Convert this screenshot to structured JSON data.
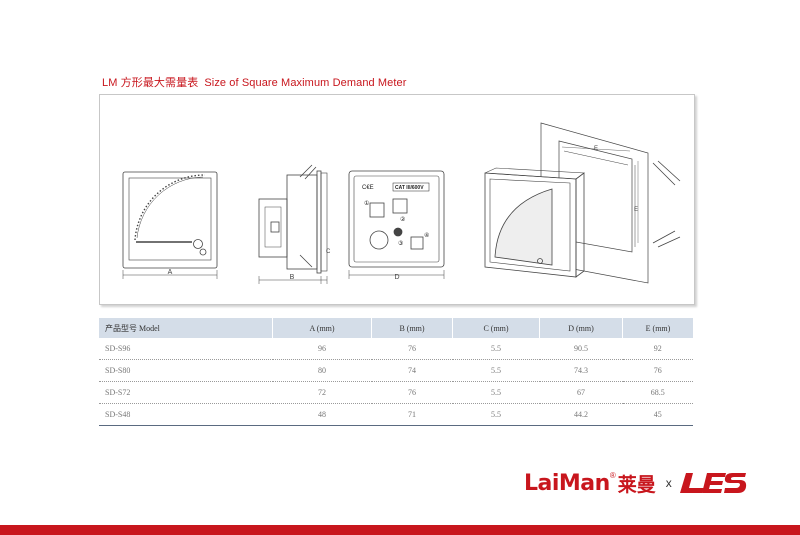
{
  "title": {
    "cn": "LM 方形最大需量表",
    "en": "Size of Square Maximum Demand Meter"
  },
  "diagram": {
    "labels": {
      "a": "A",
      "b": "B",
      "c": "C",
      "d": "D",
      "e": "E",
      "e2": "E",
      "ce_mark": "C€E",
      "cat": "CAT III/600V",
      "t1": "①",
      "t2": "②",
      "t3": "③",
      "t4": "④"
    }
  },
  "table": {
    "headers": [
      "产品型号 Model",
      "A (mm)",
      "B (mm)",
      "C (mm)",
      "D (mm)",
      "E (mm)"
    ],
    "rows": [
      [
        "SD-S96",
        "96",
        "76",
        "5.5",
        "90.5",
        "92"
      ],
      [
        "SD-S80",
        "80",
        "74",
        "5.5",
        "74.3",
        "76"
      ],
      [
        "SD-S72",
        "72",
        "76",
        "5.5",
        "67",
        "68.5"
      ],
      [
        "SD-S48",
        "48",
        "71",
        "5.5",
        "44.2",
        "45"
      ]
    ]
  },
  "brand": {
    "laiman": "LaiMan",
    "reg": "®",
    "cn": "莱曼",
    "x": "x",
    "les": "LES"
  },
  "colors": {
    "accent": "#c8161d",
    "header_bg": "#d4dde8"
  }
}
